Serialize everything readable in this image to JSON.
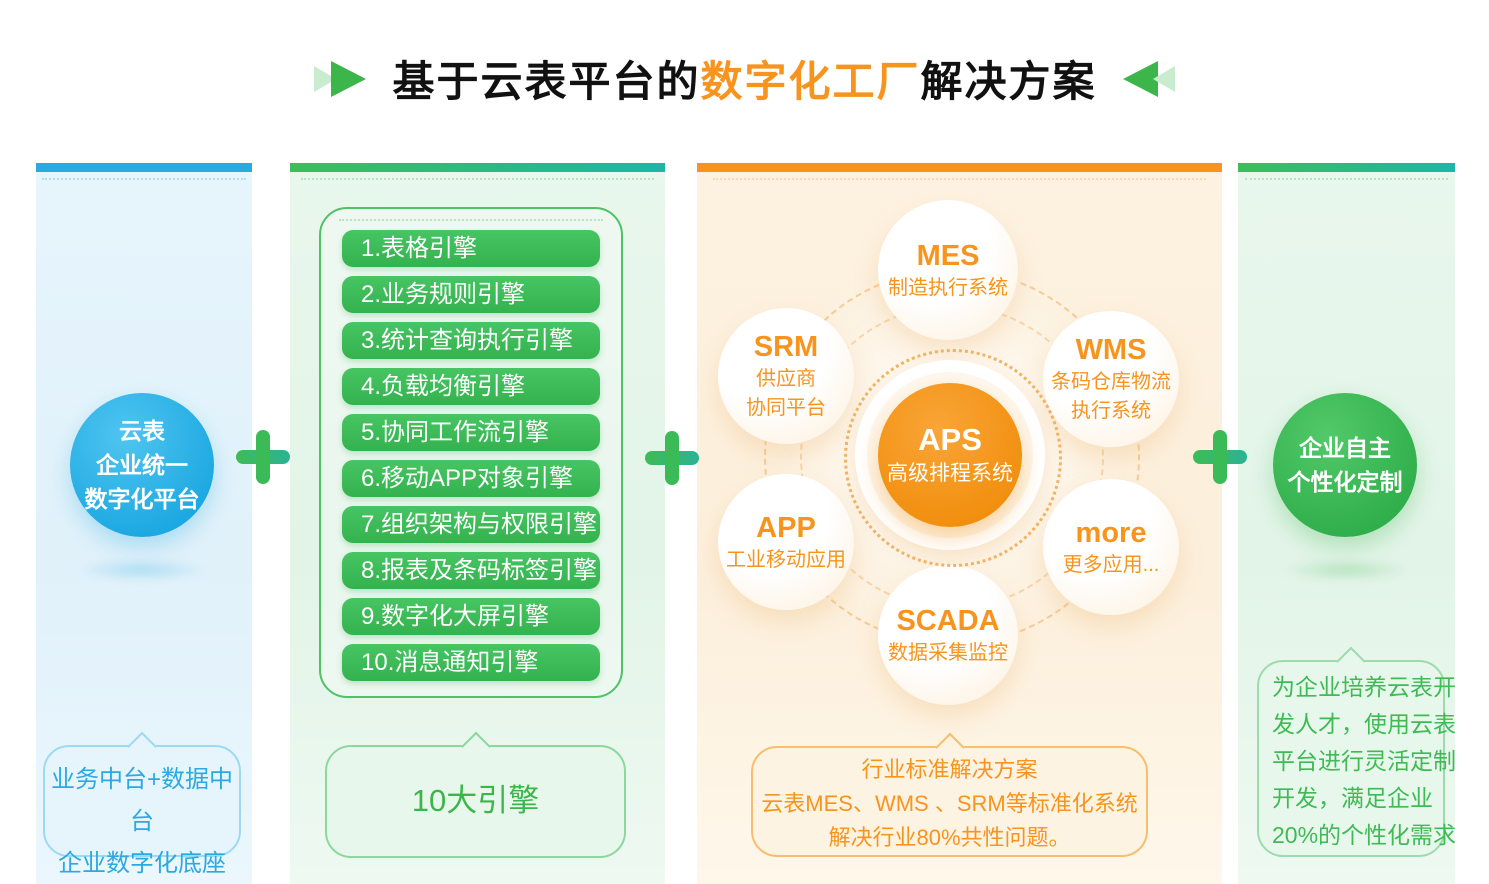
{
  "title": {
    "prefix": "基于云表平台的",
    "highlight": "数字化工厂",
    "suffix": "解决方案"
  },
  "platform_column": {
    "circle_lines": [
      "云表",
      "企业统一",
      "数字化平台"
    ],
    "bubble_lines": [
      "业务中台+数据中台",
      "企业数字化底座"
    ]
  },
  "engines_column": {
    "items": [
      "1.表格引擎",
      "2.业务规则引擎",
      "3.统计查询执行引擎",
      "4.负载均衡引擎",
      "5.协同工作流引擎",
      "6.移动APP对象引擎",
      "7.组织架构与权限引擎",
      "8.报表及条码标签引擎",
      "9.数字化大屏引擎",
      "10.消息通知引擎"
    ],
    "bubble": "10大引擎"
  },
  "apps_column": {
    "center": {
      "name": "APS",
      "desc": "高级排程系统"
    },
    "satellites": [
      {
        "name": "MES",
        "line1": "制造执行系统",
        "line2": ""
      },
      {
        "name": "SRM",
        "line1": "供应商",
        "line2": "协同平台"
      },
      {
        "name": "WMS",
        "line1": "条码仓库物流",
        "line2": "执行系统"
      },
      {
        "name": "APP",
        "line1": "工业移动应用",
        "line2": ""
      },
      {
        "name": "more",
        "line1": "更多应用...",
        "line2": ""
      },
      {
        "name": "SCADA",
        "line1": "数据采集监控",
        "line2": ""
      }
    ],
    "bubble_lines": [
      "行业标准解决方案",
      "云表MES、WMS 、SRM等标准化系统",
      "解决行业80%共性问题。"
    ]
  },
  "custom_column": {
    "circle_lines": [
      "企业自主",
      "个性化定制"
    ],
    "bubble_lines": [
      "为企业培养云表开",
      "发人才，使用云表",
      "平台进行灵活定制",
      "开发，满足企业",
      "20%的个性化需求"
    ]
  },
  "colors": {
    "blue": "#29ABE2",
    "green": "#3CB54A",
    "teal": "#1FB5A6",
    "orange": "#F7941E",
    "title_text": "#111111"
  }
}
